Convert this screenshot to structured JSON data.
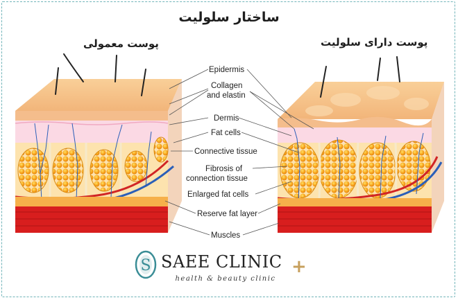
{
  "title": "ساختار سلولیت",
  "captions": {
    "normal": "پوست معمولی",
    "cellulite": "پوست دارای سلولیت"
  },
  "labels": {
    "epidermis": "Epidermis",
    "collagen_1": "Collagen",
    "collagen_2": "and elastin",
    "dermis": "Dermis",
    "fat_cells": "Fat cells",
    "connective": "Connective tissue",
    "fibrosis_1": "Fibrosis of",
    "fibrosis_2": "connection tissue",
    "enlarged": "Enlarged fat cells",
    "reserve": "Reserve fat layer",
    "muscles": "Muscles"
  },
  "logo": {
    "mark": "S",
    "name": "SAEE CLINIC",
    "plus": "+",
    "tagline": "health & beauty clinic"
  },
  "colors": {
    "epidermis_top": "#f6c38b",
    "dermis": "#fbd6e2",
    "fat": "#f7a21b",
    "fat_light": "#ffcf4a",
    "reserve": "#f6b04a",
    "muscle": "#d81e1e",
    "vein": "#2b5fb8",
    "artery": "#d12525",
    "frame": "#6fb3b8",
    "logo_accent": "#c7a05e",
    "logo_teal": "#3a8d96"
  }
}
